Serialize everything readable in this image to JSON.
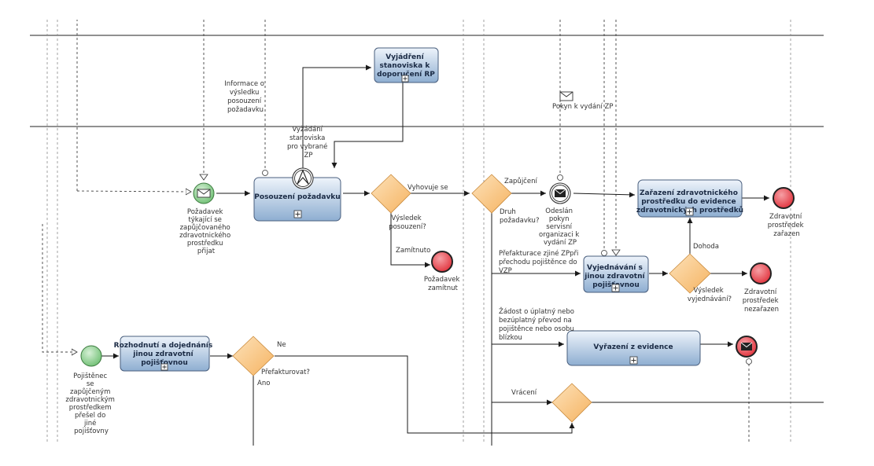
{
  "colors": {
    "task_top": "#eef4fb",
    "task_bottom": "#8eaed1",
    "task_stroke": "#4a5f7e",
    "gateway": "#f5b361",
    "end_event": "#e0303a",
    "start_event": "#6fbf73"
  },
  "tasks": {
    "vyjadreni": [
      "Vyjádření",
      "stanoviska k",
      "doporučení RP"
    ],
    "posouzeni": [
      "Posouzení požadavku"
    ],
    "zarazeni": [
      "Zařazení zdravotnického",
      "prostředku do evidence",
      "zdravotnických prostředků"
    ],
    "vyjednavani": [
      "Vyjednávání s",
      "jinou zdravotní",
      "pojišťovnou"
    ],
    "rozhodnuti": [
      "Rozhodnutí a dojednánís",
      "jinou zdravotní",
      "pojišťovnou"
    ],
    "vyrazeni": [
      "Vyřazení z evidence"
    ]
  },
  "labels": {
    "informace": [
      "Informace o",
      "výsledku",
      "posouzení",
      "požadavku"
    ],
    "vyzadani": [
      "Vyžádání",
      "stanoviska",
      "pro vybrané",
      "ZP"
    ],
    "pokyn_vydani": "Pokyn k vydání ZP",
    "pozadavek_prijat": [
      "Požadavek",
      "týkající se",
      "zapůjčovaného",
      "zdravotnického",
      "prostředku",
      "přijat"
    ],
    "vyhovuje_se": "Vyhovuje se",
    "vysledek_posouzeni": [
      "Výsledek",
      "posouzení?"
    ],
    "zamitnuto": "Zamítnuto",
    "pozadavek_zamitnut": [
      "Požadavek",
      "zamítnut"
    ],
    "zapujceni": "Zapůjčení",
    "druh_pozadavku": [
      "Druh",
      "požadavku?"
    ],
    "odeslan_pokyn": [
      "Odeslán",
      "pokyn",
      "servisní",
      "organizaci k",
      "vydání ZP"
    ],
    "zdravotni_zarazen": [
      "Zdravotní",
      "prostředek",
      "zařazen"
    ],
    "dohoda": "Dohoda",
    "prefakturace": [
      "Přefakturace zjiné ZPpři",
      "přechodu pojištěnce do",
      "VZP"
    ],
    "vysledek_vyjednavani": [
      "Výsledek",
      "vyjednávání?"
    ],
    "zdravotni_nezarazen": [
      "Zdravotní",
      "prostředek",
      "nezařazen"
    ],
    "zadost": [
      "Žádost o úplatný nebo",
      "bezúplatný převod na",
      "pojištěnce nebo osobu",
      "blízkou"
    ],
    "pojistenec": [
      "Pojištěnec",
      "se",
      "zapůjčeným",
      "zdravotnickým",
      "prostředkem",
      "přešel do",
      "jiné",
      "pojišťovny"
    ],
    "ne": "Ne",
    "prefakturovat": "Přefakturovat?",
    "ano": "Ano",
    "vraceni": "Vrácení"
  }
}
